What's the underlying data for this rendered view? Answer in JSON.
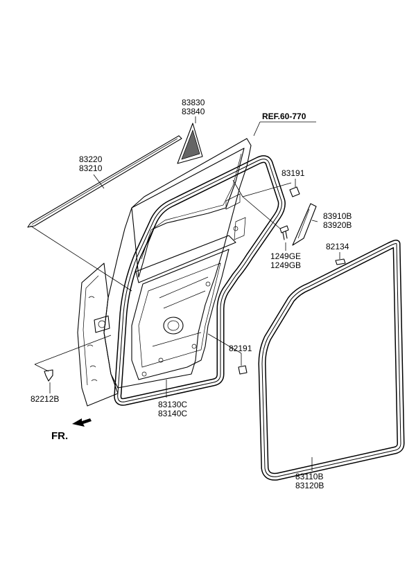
{
  "labels": {
    "part_83830": "83830",
    "part_83840": "83840",
    "ref": "REF.60-770",
    "part_83220": "83220",
    "part_83210": "83210",
    "part_83191": "83191",
    "part_83910b": "83910B",
    "part_83920b": "83920B",
    "part_1249ge": "1249GE",
    "part_1249gb": "1249GB",
    "part_82134": "82134",
    "part_82191": "82191",
    "part_83130c": "83130C",
    "part_83140c": "83140C",
    "part_82212b": "82212B",
    "front_marker": "FR.",
    "part_83110b": "83110B",
    "part_83120b": "83120B"
  }
}
